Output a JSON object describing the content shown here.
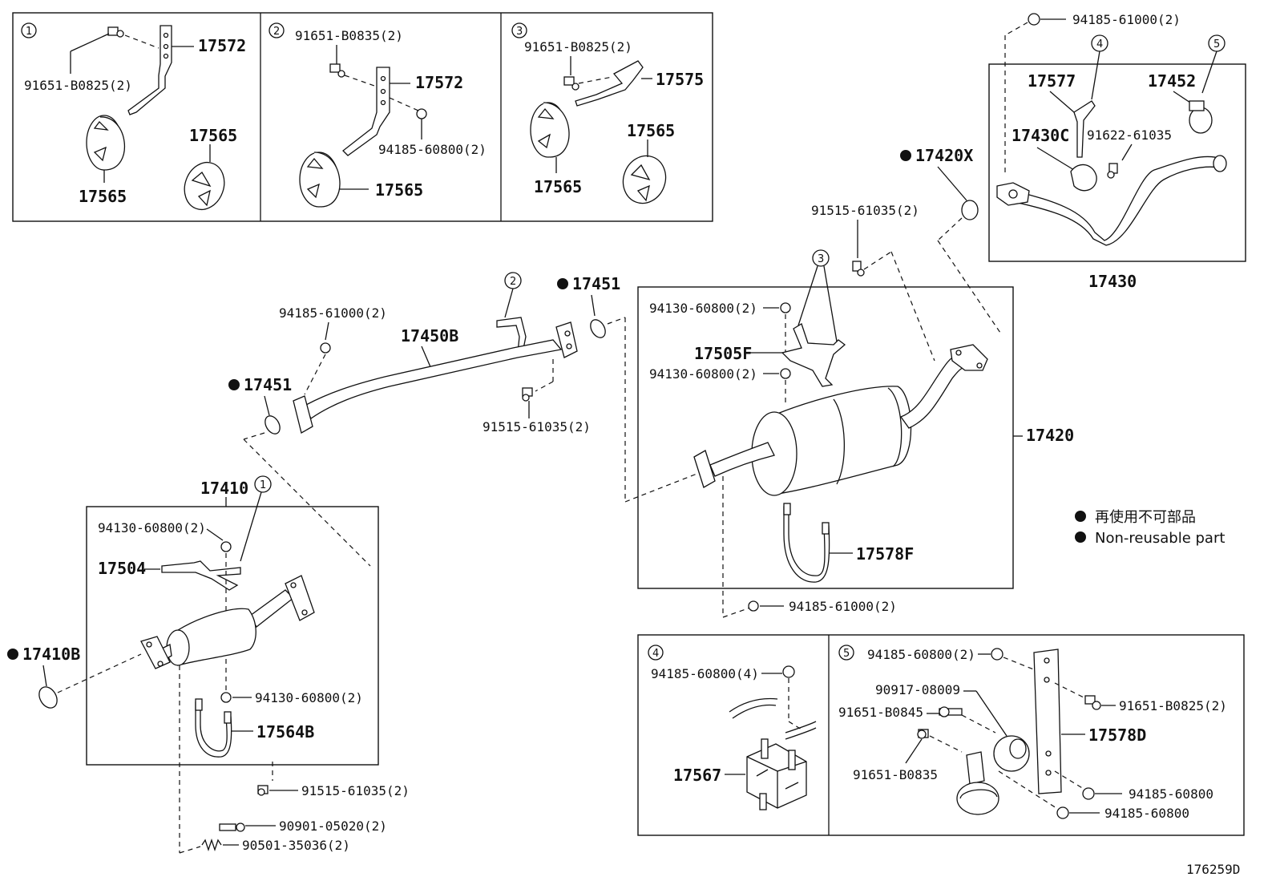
{
  "insets": [
    {
      "id": "1",
      "labels": [
        "91651-B0825(2)",
        "17572",
        "17565",
        "17565"
      ]
    },
    {
      "id": "2",
      "labels": [
        "91651-B0835(2)",
        "17572",
        "94185-60800(2)",
        "17565"
      ]
    },
    {
      "id": "3",
      "labels": [
        "91651-B0825(2)",
        "17575",
        "17565",
        "17565"
      ]
    },
    {
      "id": "4",
      "labels": [
        "94185-60800(4)",
        "17567"
      ]
    },
    {
      "id": "5",
      "labels": [
        "94185-60800(2)",
        "90917-08009",
        "91651-B0845",
        "91651-B0835",
        "91651-B0825(2)",
        "17578D",
        "94185-60800",
        "94185-60800"
      ]
    }
  ],
  "main_labels": {
    "tail_bolt_nut": "94185-61000(2)",
    "c4": "4",
    "c5": "5",
    "p17577": "17577",
    "p17452": "17452",
    "p17430c": "17430C",
    "p91622": "91622-61035",
    "p17420x": "17420X",
    "p91515a": "91515-61035(2)",
    "p17430": "17430",
    "c3": "3",
    "p94130a": "94130-60800(2)",
    "p17505f": "17505F",
    "p94130b": "94130-60800(2)",
    "p17420": "17420",
    "p17578f": "17578F",
    "p94185c": "94185-61000(2)",
    "c2": "2",
    "p17451a": "17451",
    "p94185b": "94185-61000(2)",
    "p17450b": "17450B",
    "p17451b": "17451",
    "p91515b": "91515-61035(2)",
    "p17410": "17410",
    "c1": "1",
    "p94130c": "94130-60800(2)",
    "p17504": "17504",
    "p17410b": "17410B",
    "p94130d": "94130-60800(2)",
    "p17564b": "17564B",
    "p91515c": "91515-61035(2)",
    "p90901": "90901-05020(2)",
    "p90501": "90501-35036(2)"
  },
  "legend": {
    "jp": "再使用不可部品",
    "en": "Non-reusable part"
  },
  "diagram_id": "176259D"
}
